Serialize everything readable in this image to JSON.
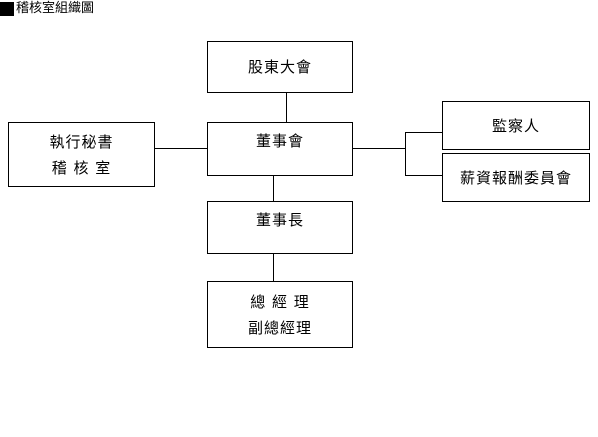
{
  "title": "稽核室組織圖",
  "boxes": {
    "shareholders": [
      "股東大會"
    ],
    "board": [
      "董事會"
    ],
    "secretary": [
      "執行秘書",
      "稽 核 室"
    ],
    "supervisor": [
      "監察人"
    ],
    "compensation": [
      "薪資報酬委員會"
    ],
    "chairman": [
      "董事長"
    ],
    "managers": [
      "總 經 理",
      "副總經理"
    ]
  }
}
